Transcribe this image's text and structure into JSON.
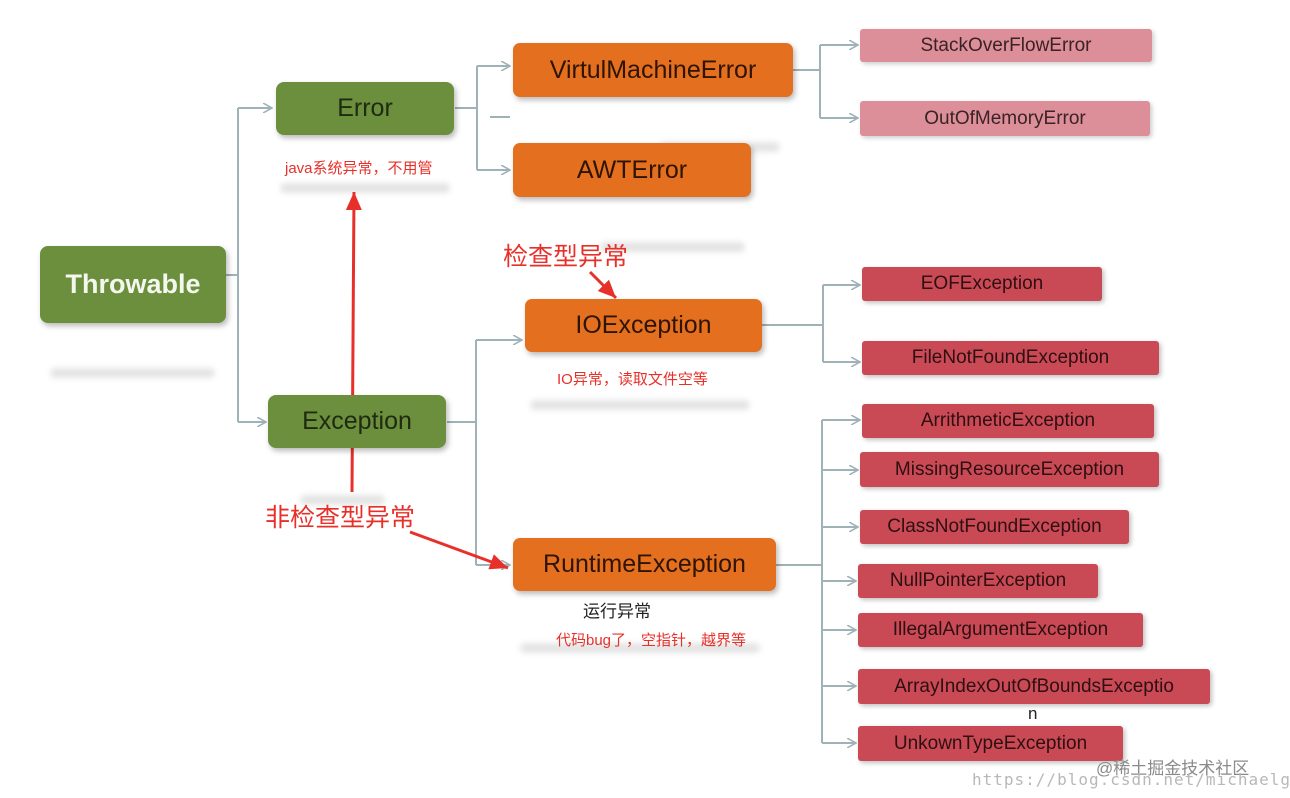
{
  "nodes": {
    "throwable": "Throwable",
    "error": "Error",
    "exception": "Exception",
    "virtual_machine_error": "VirtulMachineError",
    "awt_error": "AWTError",
    "stack_overflow_error": "StackOverFlowError",
    "out_of_memory_error": "OutOfMemoryError",
    "io_exception": "IOException",
    "runtime_exception": "RuntimeException",
    "eof_exception": "EOFException",
    "file_not_found_exception": "FileNotFoundException",
    "arithmetic_exception": "ArrithmeticException",
    "missing_resource_exception": "MissingResourceException",
    "class_not_found_exception": "ClassNotFoundException",
    "null_pointer_exception": "NullPointerException",
    "illegal_argument_exception": "IllegalArgumentException",
    "array_index_exception": "ArrayIndexOutOfBoundsExceptio",
    "array_index_exception_overflow": "n",
    "unknown_type_exception": "UnkownTypeException"
  },
  "annotations": {
    "error_note": "java系统异常，不用管",
    "checked_label": "检查型异常",
    "io_note": "IO异常，读取文件空等",
    "unchecked_label": "非检查型异常",
    "runtime_label": "运行异常",
    "runtime_note": "代码bug了，空指针，越界等"
  },
  "watermark": {
    "brand": "@稀土掘金技术社区",
    "url": "https://blog.csdn.net/michaelgo"
  },
  "colors": {
    "connector": "#9fb2b8",
    "annotation_red": "#e8302a",
    "green_node": "#6b8f3d",
    "orange_node": "#e46f1f",
    "pink_node": "#dc8f98",
    "red_node": "#c94a55"
  }
}
